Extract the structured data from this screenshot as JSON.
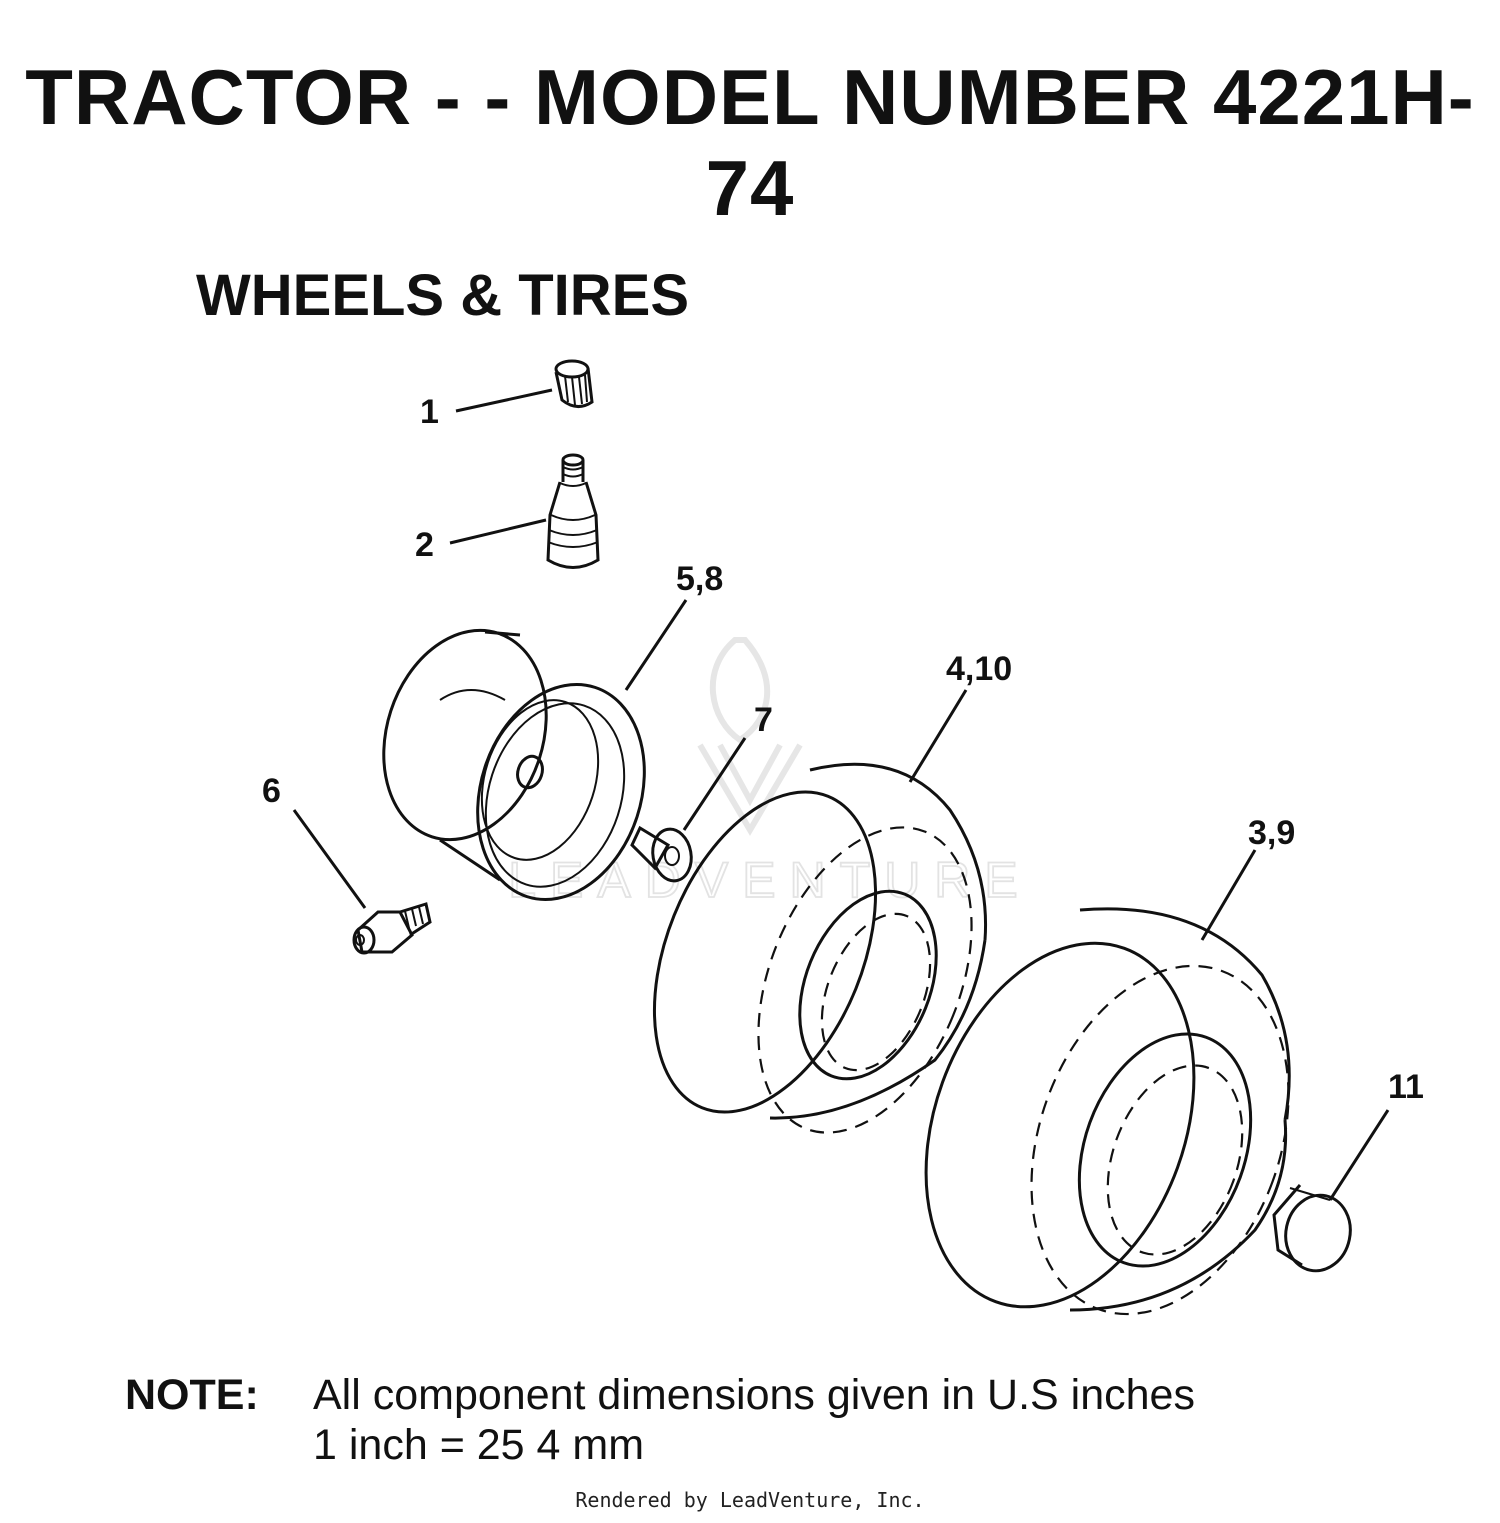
{
  "title": "TRACTOR - - MODEL NUMBER 4221H-74",
  "subtitle": "WHEELS & TIRES",
  "callouts": {
    "c1": "1",
    "c2": "2",
    "c58": "5,8",
    "c410": "4,10",
    "c7": "7",
    "c6": "6",
    "c39": "3,9",
    "c11": "11"
  },
  "parts": {
    "p1": "valve-cap",
    "p2": "valve-stem",
    "p58": "wheel-rim",
    "p6": "grease-fitting",
    "p7": "bushing",
    "p410": "front-tire",
    "p39": "rear-tire",
    "p11": "sleeve"
  },
  "note": {
    "label": "NOTE:",
    "line1": "All component dimensions given in U.S  inches",
    "line2": "1 inch = 25 4 mm"
  },
  "watermark": "LEADVENTURE",
  "footer": "Rendered by LeadVenture, Inc."
}
